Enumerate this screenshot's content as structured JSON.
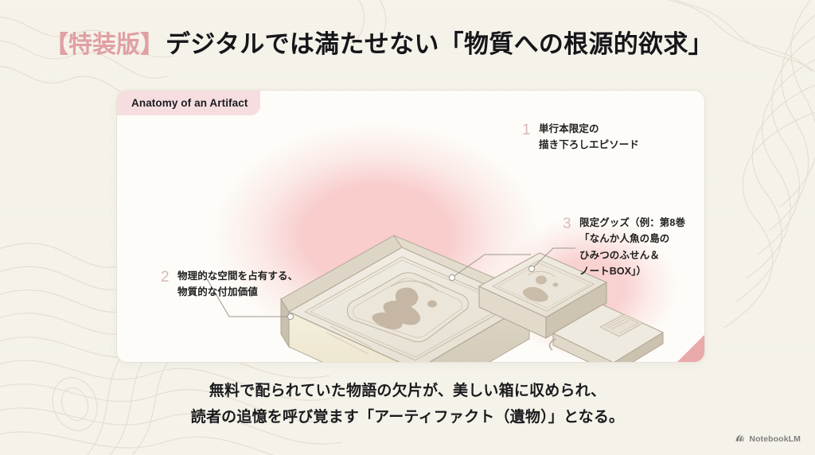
{
  "title": {
    "badge": "【特装版】",
    "main": "デジタルでは満たせない「物質への根源的欲求」",
    "badge_color": "#e0a0a3",
    "main_color": "#16161a"
  },
  "card": {
    "badge_label": "Anatomy of an Artifact",
    "badge_bg": "#f6dee0",
    "background": "#fdfcf8",
    "corner_accent_color": "#e69a9c"
  },
  "annotations": [
    {
      "number": "1",
      "text": "単行本限定の\n描き下ろしエピソード"
    },
    {
      "number": "2",
      "text": "物理的な空間を占有する、\n物質的な付加価値"
    },
    {
      "number": "3",
      "text": "限定グッズ（例：第8巻\n「なんか人魚の島の\nひみつのふせん＆\nノートBOX」）"
    }
  ],
  "illustration": {
    "items": [
      {
        "name": "special-edition-book",
        "description": "isometric hardcover book with embossed cover emblem"
      },
      {
        "name": "goods-box",
        "description": "flat limited-goods box with framed emblem"
      },
      {
        "name": "notebook",
        "description": "small notebook with elastic band closure"
      }
    ],
    "glow_color": "#f4a7a9"
  },
  "caption": {
    "text": "無料で配られていた物語の欠片が、美しい箱に収められ、\n読者の追憶を呼び覚ます「アーティファクト（遺物）」となる。"
  },
  "watermark": {
    "label": "NotebookLM",
    "icon": "notebooklm-logo-icon"
  },
  "background": {
    "color": "#f6f3ea",
    "pattern": "topographic-contour-lines",
    "line_color": "#e3ddcd"
  }
}
